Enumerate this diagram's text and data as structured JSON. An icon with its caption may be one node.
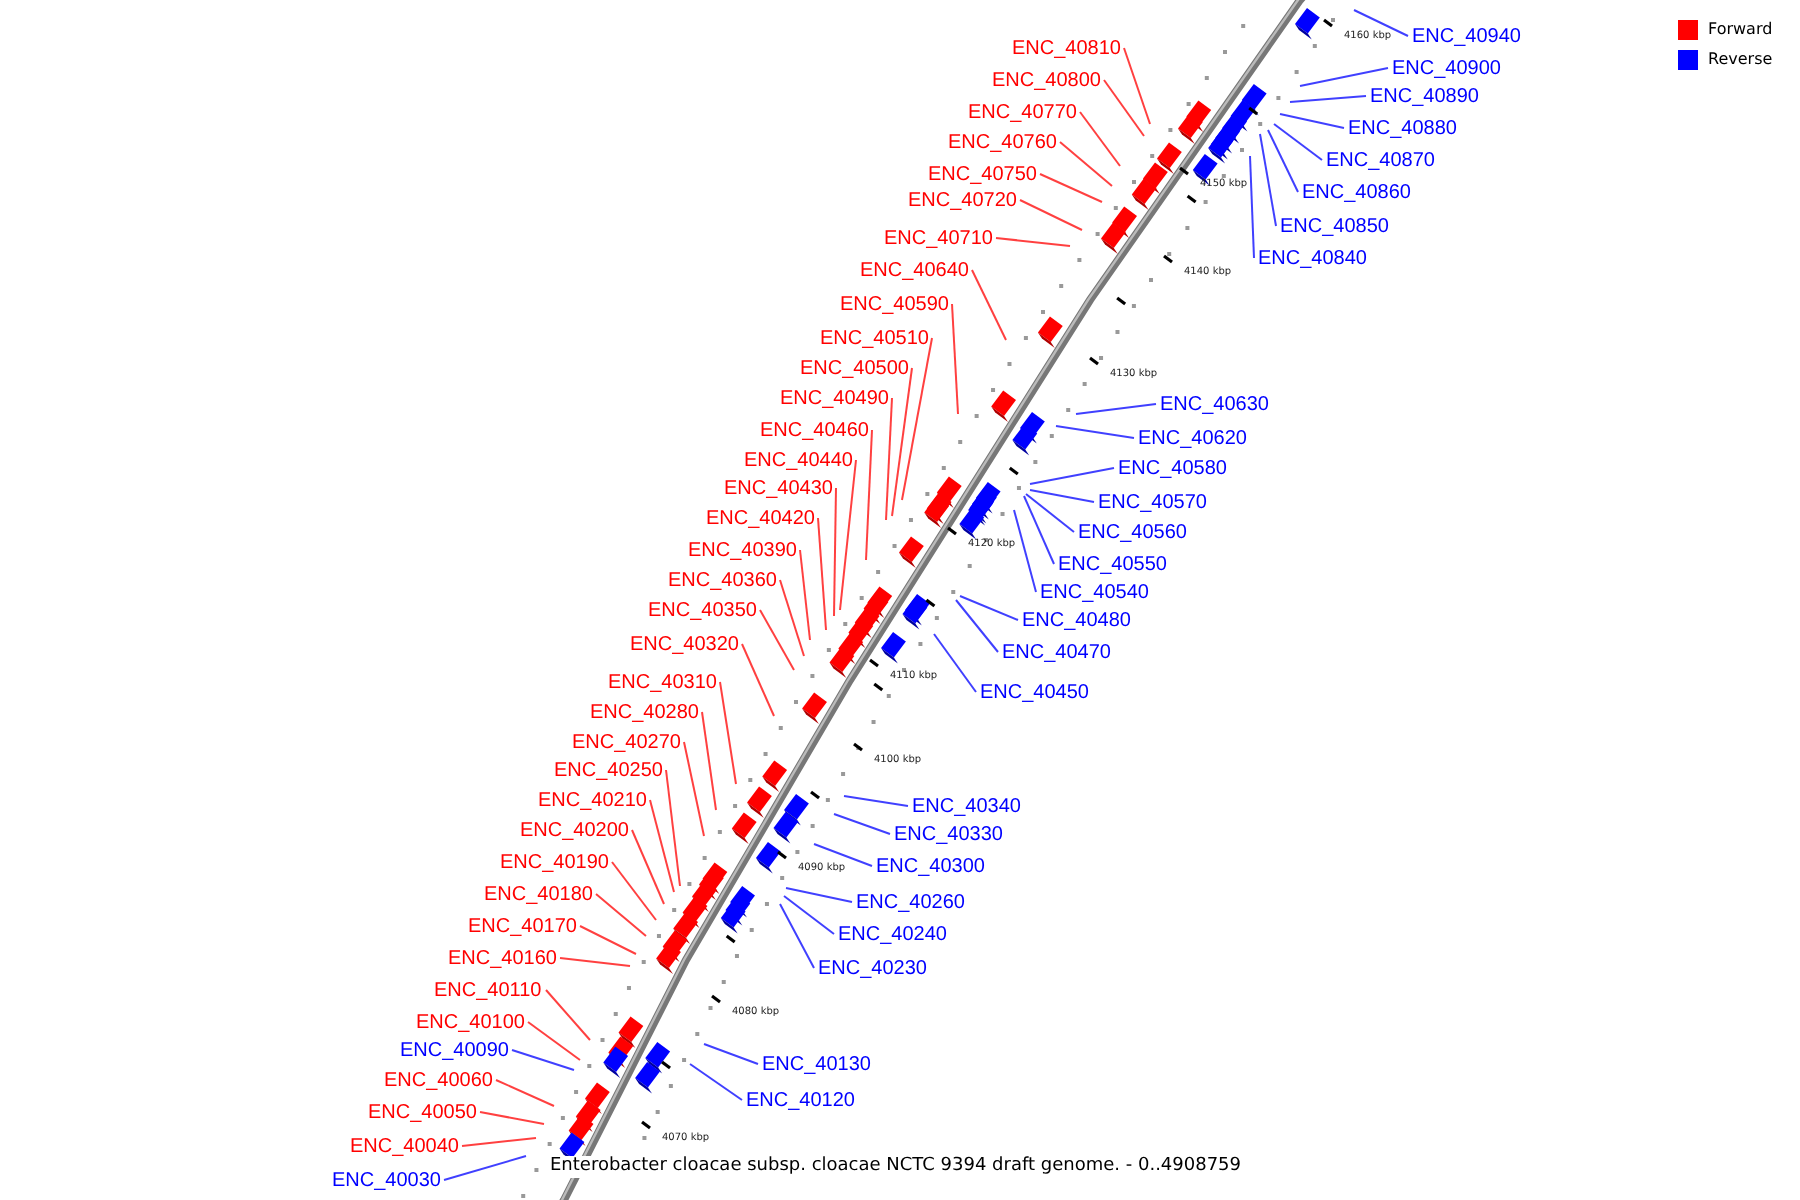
{
  "diagram": {
    "caption": "Enterobacter cloacae subsp. cloacae NCTC 9394 draft genome. - 0..4908759",
    "nodes": [
      {
        "text": [
          "ENC_40810"
        ]
      },
      {
        "text": [
          "ENC_40800"
        ]
      },
      {
        "text": [
          "ENC_40770"
        ]
      },
      {
        "text": [
          "ENC_40760"
        ]
      },
      {
        "text": [
          "ENC_40750"
        ]
      },
      {
        "text": [
          "ENC_40720"
        ]
      },
      {
        "text": [
          "ENC_40710"
        ]
      },
      {
        "text": [
          "ENC_40640"
        ]
      },
      {
        "text": [
          "ENC_40590"
        ]
      },
      {
        "text": [
          "ENC_40510"
        ]
      },
      {
        "text": [
          "ENC_40500"
        ]
      },
      {
        "text": [
          "ENC_40490"
        ]
      },
      {
        "text": [
          "ENC_40460"
        ]
      },
      {
        "text": [
          "ENC_40440"
        ]
      },
      {
        "text": [
          "ENC_40430"
        ]
      },
      {
        "text": [
          "ENC_40420"
        ]
      },
      {
        "text": [
          "ENC_40390"
        ]
      },
      {
        "text": [
          "ENC_40360"
        ]
      },
      {
        "text": [
          "ENC_40350"
        ]
      },
      {
        "text": [
          "ENC_40320"
        ]
      },
      {
        "text": [
          "ENC_40310"
        ]
      },
      {
        "text": [
          "ENC_40280"
        ]
      },
      {
        "text": [
          "ENC_40270"
        ]
      },
      {
        "text": [
          "ENC_40250"
        ]
      },
      {
        "text": [
          "ENC_40210"
        ]
      },
      {
        "text": [
          "ENC_40200"
        ]
      },
      {
        "text": [
          "ENC_40190"
        ]
      },
      {
        "text": [
          "ENC_40180"
        ]
      },
      {
        "text": [
          "ENC_40170"
        ]
      },
      {
        "text": [
          "ENC_40160"
        ]
      },
      {
        "text": [
          "ENC_40110"
        ]
      },
      {
        "text": [
          "ENC_40100"
        ]
      },
      {
        "text": [
          "ENC_40090"
        ]
      },
      {
        "text": [
          "ENC_40060"
        ]
      },
      {
        "text": [
          "ENC_40050"
        ]
      },
      {
        "text": [
          "ENC_40040"
        ]
      },
      {
        "text": [
          "ENC_40030"
        ]
      },
      {
        "text": [
          "ENC_40940"
        ]
      },
      {
        "text": [
          "ENC_40900"
        ]
      },
      {
        "text": [
          "ENC_40890"
        ]
      },
      {
        "text": [
          "ENC_40880"
        ]
      },
      {
        "text": [
          "ENC_40870"
        ]
      },
      {
        "text": [
          "ENC_40860"
        ]
      },
      {
        "text": [
          "ENC_40850"
        ]
      },
      {
        "text": [
          "ENC_40840"
        ]
      },
      {
        "text": [
          "ENC_40630"
        ]
      },
      {
        "text": [
          "ENC_40620"
        ]
      },
      {
        "text": [
          "ENC_40580"
        ]
      },
      {
        "text": [
          "ENC_40570"
        ]
      },
      {
        "text": [
          "ENC_40560"
        ]
      },
      {
        "text": [
          "ENC_40550"
        ]
      },
      {
        "text": [
          "ENC_40540"
        ]
      },
      {
        "text": [
          "ENC_40480"
        ]
      },
      {
        "text": [
          "ENC_40470"
        ]
      },
      {
        "text": [
          "ENC_40450"
        ]
      },
      {
        "text": [
          "ENC_40340"
        ]
      },
      {
        "text": [
          "ENC_40330"
        ]
      },
      {
        "text": [
          "ENC_40300"
        ]
      },
      {
        "text": [
          "ENC_40260"
        ]
      },
      {
        "text": [
          "ENC_40240"
        ]
      },
      {
        "text": [
          "ENC_40230"
        ]
      },
      {
        "text": [
          "ENC_40130"
        ]
      },
      {
        "text": [
          "ENC_40120"
        ]
      }
    ],
    "edges": [
      {
        "from": 0,
        "to": null,
        "arrow": "none"
      },
      {
        "from": 1,
        "to": null,
        "arrow": "none"
      },
      {
        "from": 2,
        "to": null,
        "arrow": "none"
      },
      {
        "from": 3,
        "to": null,
        "arrow": "none"
      },
      {
        "from": 4,
        "to": null,
        "arrow": "none"
      },
      {
        "from": 5,
        "to": null,
        "arrow": "none"
      },
      {
        "from": 6,
        "to": null,
        "arrow": "none"
      },
      {
        "from": 7,
        "to": null,
        "arrow": "none"
      },
      {
        "from": 8,
        "to": null,
        "arrow": "none"
      },
      {
        "from": 9,
        "to": null,
        "arrow": "none"
      },
      {
        "from": 10,
        "to": null,
        "arrow": "none"
      },
      {
        "from": 11,
        "to": null,
        "arrow": "none"
      },
      {
        "from": 12,
        "to": null,
        "arrow": "none"
      },
      {
        "from": 13,
        "to": null,
        "arrow": "none"
      },
      {
        "from": 14,
        "to": null,
        "arrow": "none"
      },
      {
        "from": 15,
        "to": null,
        "arrow": "none"
      },
      {
        "from": 16,
        "to": null,
        "arrow": "none"
      },
      {
        "from": 17,
        "to": null,
        "arrow": "none"
      },
      {
        "from": 18,
        "to": null,
        "arrow": "none"
      },
      {
        "from": 19,
        "to": null,
        "arrow": "none"
      },
      {
        "from": 20,
        "to": null,
        "arrow": "none"
      },
      {
        "from": 21,
        "to": null,
        "arrow": "none"
      },
      {
        "from": 22,
        "to": null,
        "arrow": "none"
      },
      {
        "from": 23,
        "to": null,
        "arrow": "none"
      },
      {
        "from": 24,
        "to": null,
        "arrow": "none"
      },
      {
        "from": 25,
        "to": null,
        "arrow": "none"
      },
      {
        "from": 26,
        "to": null,
        "arrow": "none"
      },
      {
        "from": 27,
        "to": null,
        "arrow": "none"
      },
      {
        "from": 28,
        "to": null,
        "arrow": "none"
      },
      {
        "from": 29,
        "to": null,
        "arrow": "none"
      },
      {
        "from": 30,
        "to": null,
        "arrow": "none"
      },
      {
        "from": 31,
        "to": null,
        "arrow": "none"
      },
      {
        "from": 32,
        "to": null,
        "arrow": "none",
        "color": "#0000ff"
      },
      {
        "from": 33,
        "to": null,
        "arrow": "none"
      },
      {
        "from": 34,
        "to": null,
        "arrow": "none"
      },
      {
        "from": 35,
        "to": null,
        "arrow": "none"
      },
      {
        "from": 36,
        "to": null,
        "arrow": "none",
        "color": "#0000ff"
      },
      {
        "from": 37,
        "to": null,
        "arrow": "none",
        "color": "#0000ff"
      },
      {
        "from": 38,
        "to": null,
        "arrow": "none",
        "color": "#0000ff"
      },
      {
        "from": 39,
        "to": null,
        "arrow": "none",
        "color": "#0000ff"
      },
      {
        "from": 40,
        "to": null,
        "arrow": "none",
        "color": "#0000ff"
      },
      {
        "from": 41,
        "to": null,
        "arrow": "none",
        "color": "#0000ff"
      },
      {
        "from": 42,
        "to": null,
        "arrow": "none",
        "color": "#0000ff"
      },
      {
        "from": 43,
        "to": null,
        "arrow": "none",
        "color": "#0000ff"
      },
      {
        "from": 44,
        "to": null,
        "arrow": "none",
        "color": "#0000ff"
      },
      {
        "from": 45,
        "to": null,
        "arrow": "none",
        "color": "#0000ff"
      },
      {
        "from": 46,
        "to": null,
        "arrow": "none",
        "color": "#0000ff"
      },
      {
        "from": 47,
        "to": null,
        "arrow": "none",
        "color": "#0000ff"
      },
      {
        "from": 48,
        "to": null,
        "arrow": "none",
        "color": "#0000ff"
      },
      {
        "from": 49,
        "to": null,
        "arrow": "none",
        "color": "#0000ff"
      },
      {
        "from": 50,
        "to": null,
        "arrow": "none",
        "color": "#0000ff"
      },
      {
        "from": 51,
        "to": null,
        "arrow": "none",
        "color": "#0000ff"
      },
      {
        "from": 52,
        "to": null,
        "arrow": "none",
        "color": "#0000ff"
      },
      {
        "from": 53,
        "to": null,
        "arrow": "none",
        "color": "#0000ff"
      },
      {
        "from": 54,
        "to": null,
        "arrow": "none",
        "color": "#0000ff"
      },
      {
        "from": 55,
        "to": null,
        "arrow": "none",
        "color": "#0000ff"
      },
      {
        "from": 56,
        "to": null,
        "arrow": "none",
        "color": "#0000ff"
      },
      {
        "from": 57,
        "to": null,
        "arrow": "none",
        "color": "#0000ff"
      },
      {
        "from": 58,
        "to": null,
        "arrow": "none",
        "color": "#0000ff"
      },
      {
        "from": 59,
        "to": null,
        "arrow": "none",
        "color": "#0000ff"
      },
      {
        "from": 60,
        "to": null,
        "arrow": "none",
        "color": "#0000ff"
      },
      {
        "from": 61,
        "to": null,
        "arrow": "none",
        "color": "#0000ff"
      },
      {
        "from": 62,
        "to": null,
        "arrow": "none",
        "color": "#0000ff"
      }
    ],
    "labels": [
      "4160 kbp",
      "4150 kbp",
      "4140 kbp",
      "4130 kbp",
      "4120 kbp",
      "4110 kbp",
      "4100 kbp",
      "4090 kbp",
      "4080 kbp",
      "4070 kbp"
    ],
    "legend": [
      {
        "text": "Forward",
        "color": "#ff0000"
      },
      {
        "text": "Reverse",
        "color": "#0000ff"
      }
    ]
  }
}
